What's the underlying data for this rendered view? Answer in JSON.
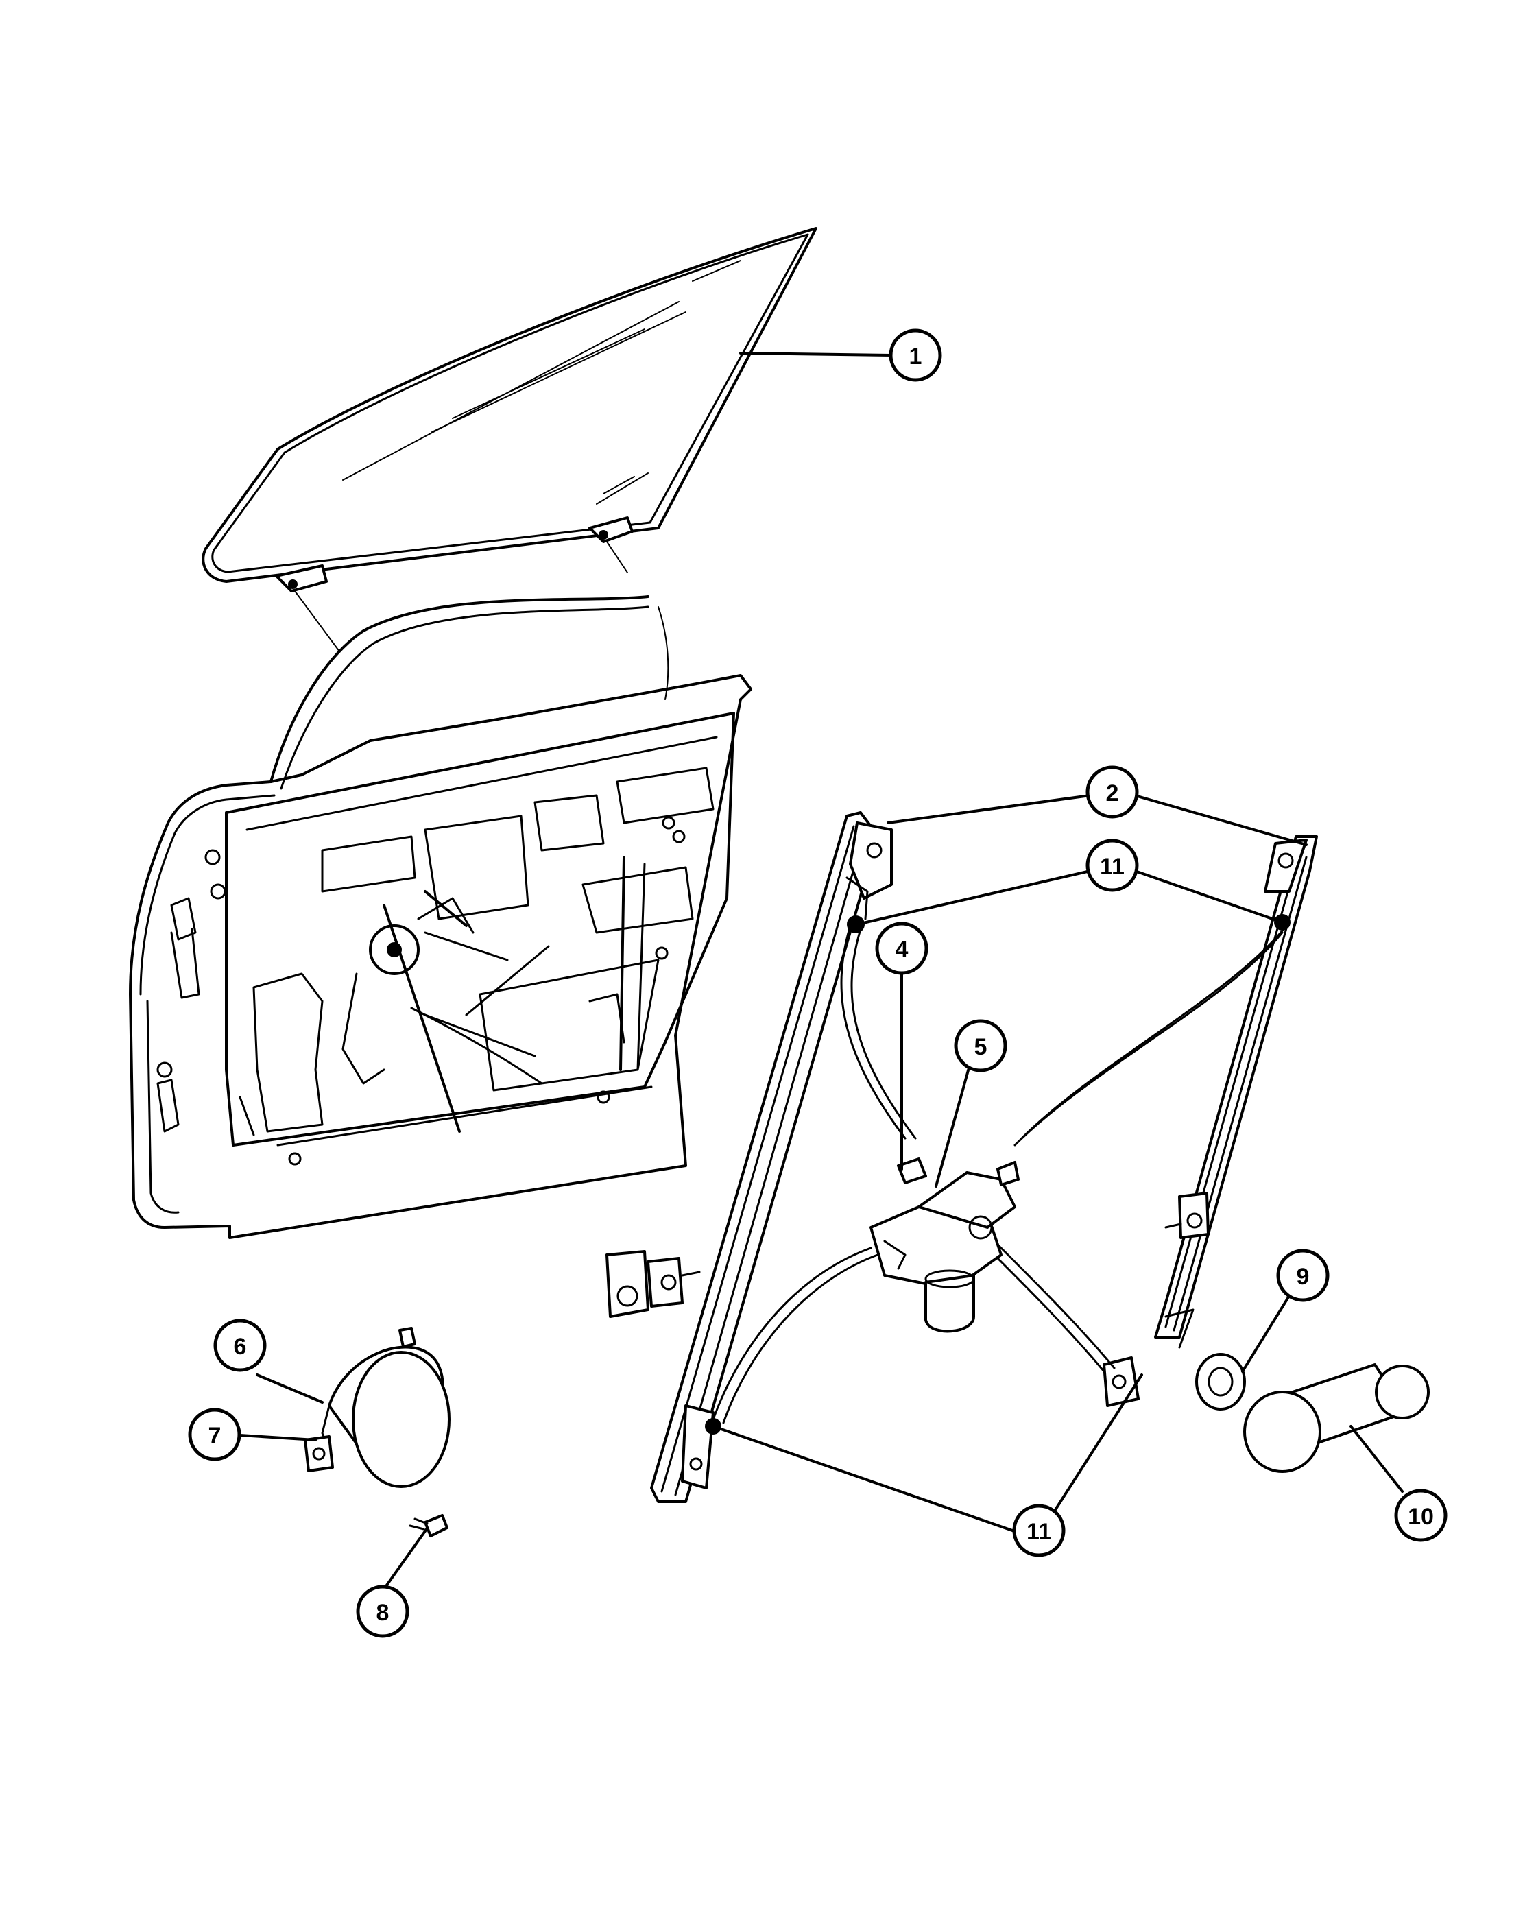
{
  "callouts": {
    "c1": "1",
    "c2": "2",
    "c4": "4",
    "c5": "5",
    "c6": "6",
    "c7": "7",
    "c8": "8",
    "c9": "9",
    "c10": "10",
    "c11a": "11",
    "c11b": "11"
  },
  "colors": {
    "line": "#000000",
    "background": "#ffffff"
  }
}
